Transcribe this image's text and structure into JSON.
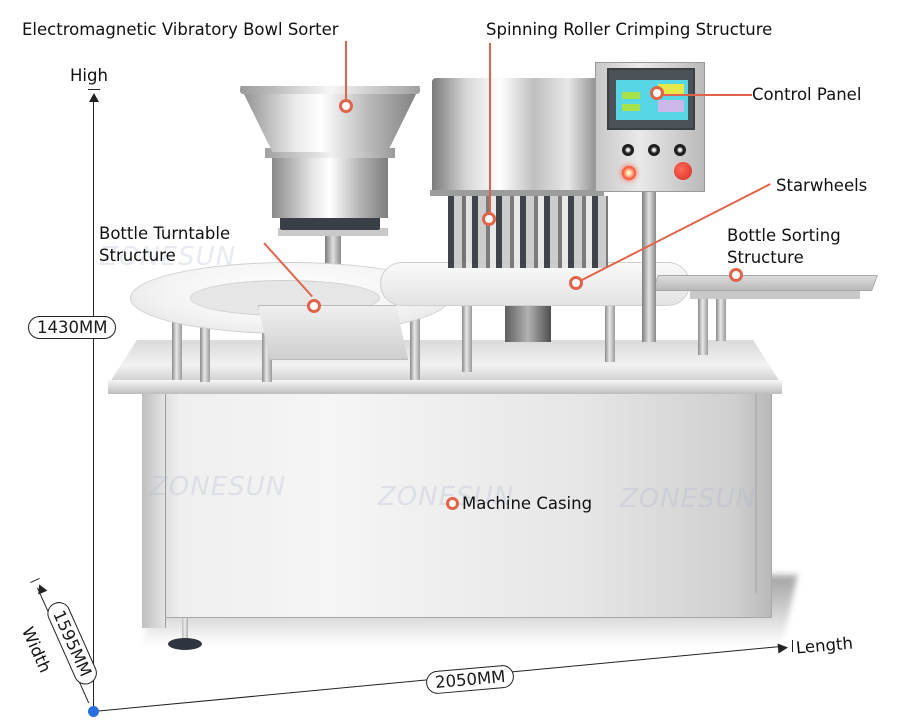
{
  "brand_watermark": "ZONESUN",
  "accent_colors": {
    "callout": "#e0644a",
    "origin_dot": "#2a6fe0",
    "dimension_line": "#222222"
  },
  "callouts": [
    {
      "id": "bowl-sorter",
      "label": "Electromagnetic Vibratory Bowl Sorter"
    },
    {
      "id": "crimping",
      "label": "Spinning Roller Crimping Structure"
    },
    {
      "id": "control-panel",
      "label": "Control Panel"
    },
    {
      "id": "starwheels",
      "label": "Starwheels"
    },
    {
      "id": "turntable",
      "label_line1": "Bottle Turntable",
      "label_line2": "Structure"
    },
    {
      "id": "sorting",
      "label_line1": "Bottle Sorting",
      "label_line2": "Structure"
    },
    {
      "id": "casing",
      "label": "Machine Casing"
    }
  ],
  "dimensions": {
    "height": {
      "axis_label": "High",
      "value": "1430MM"
    },
    "width": {
      "axis_label": "Width",
      "value": "1595MM"
    },
    "length": {
      "axis_label": "Length",
      "value": "2050MM"
    }
  }
}
